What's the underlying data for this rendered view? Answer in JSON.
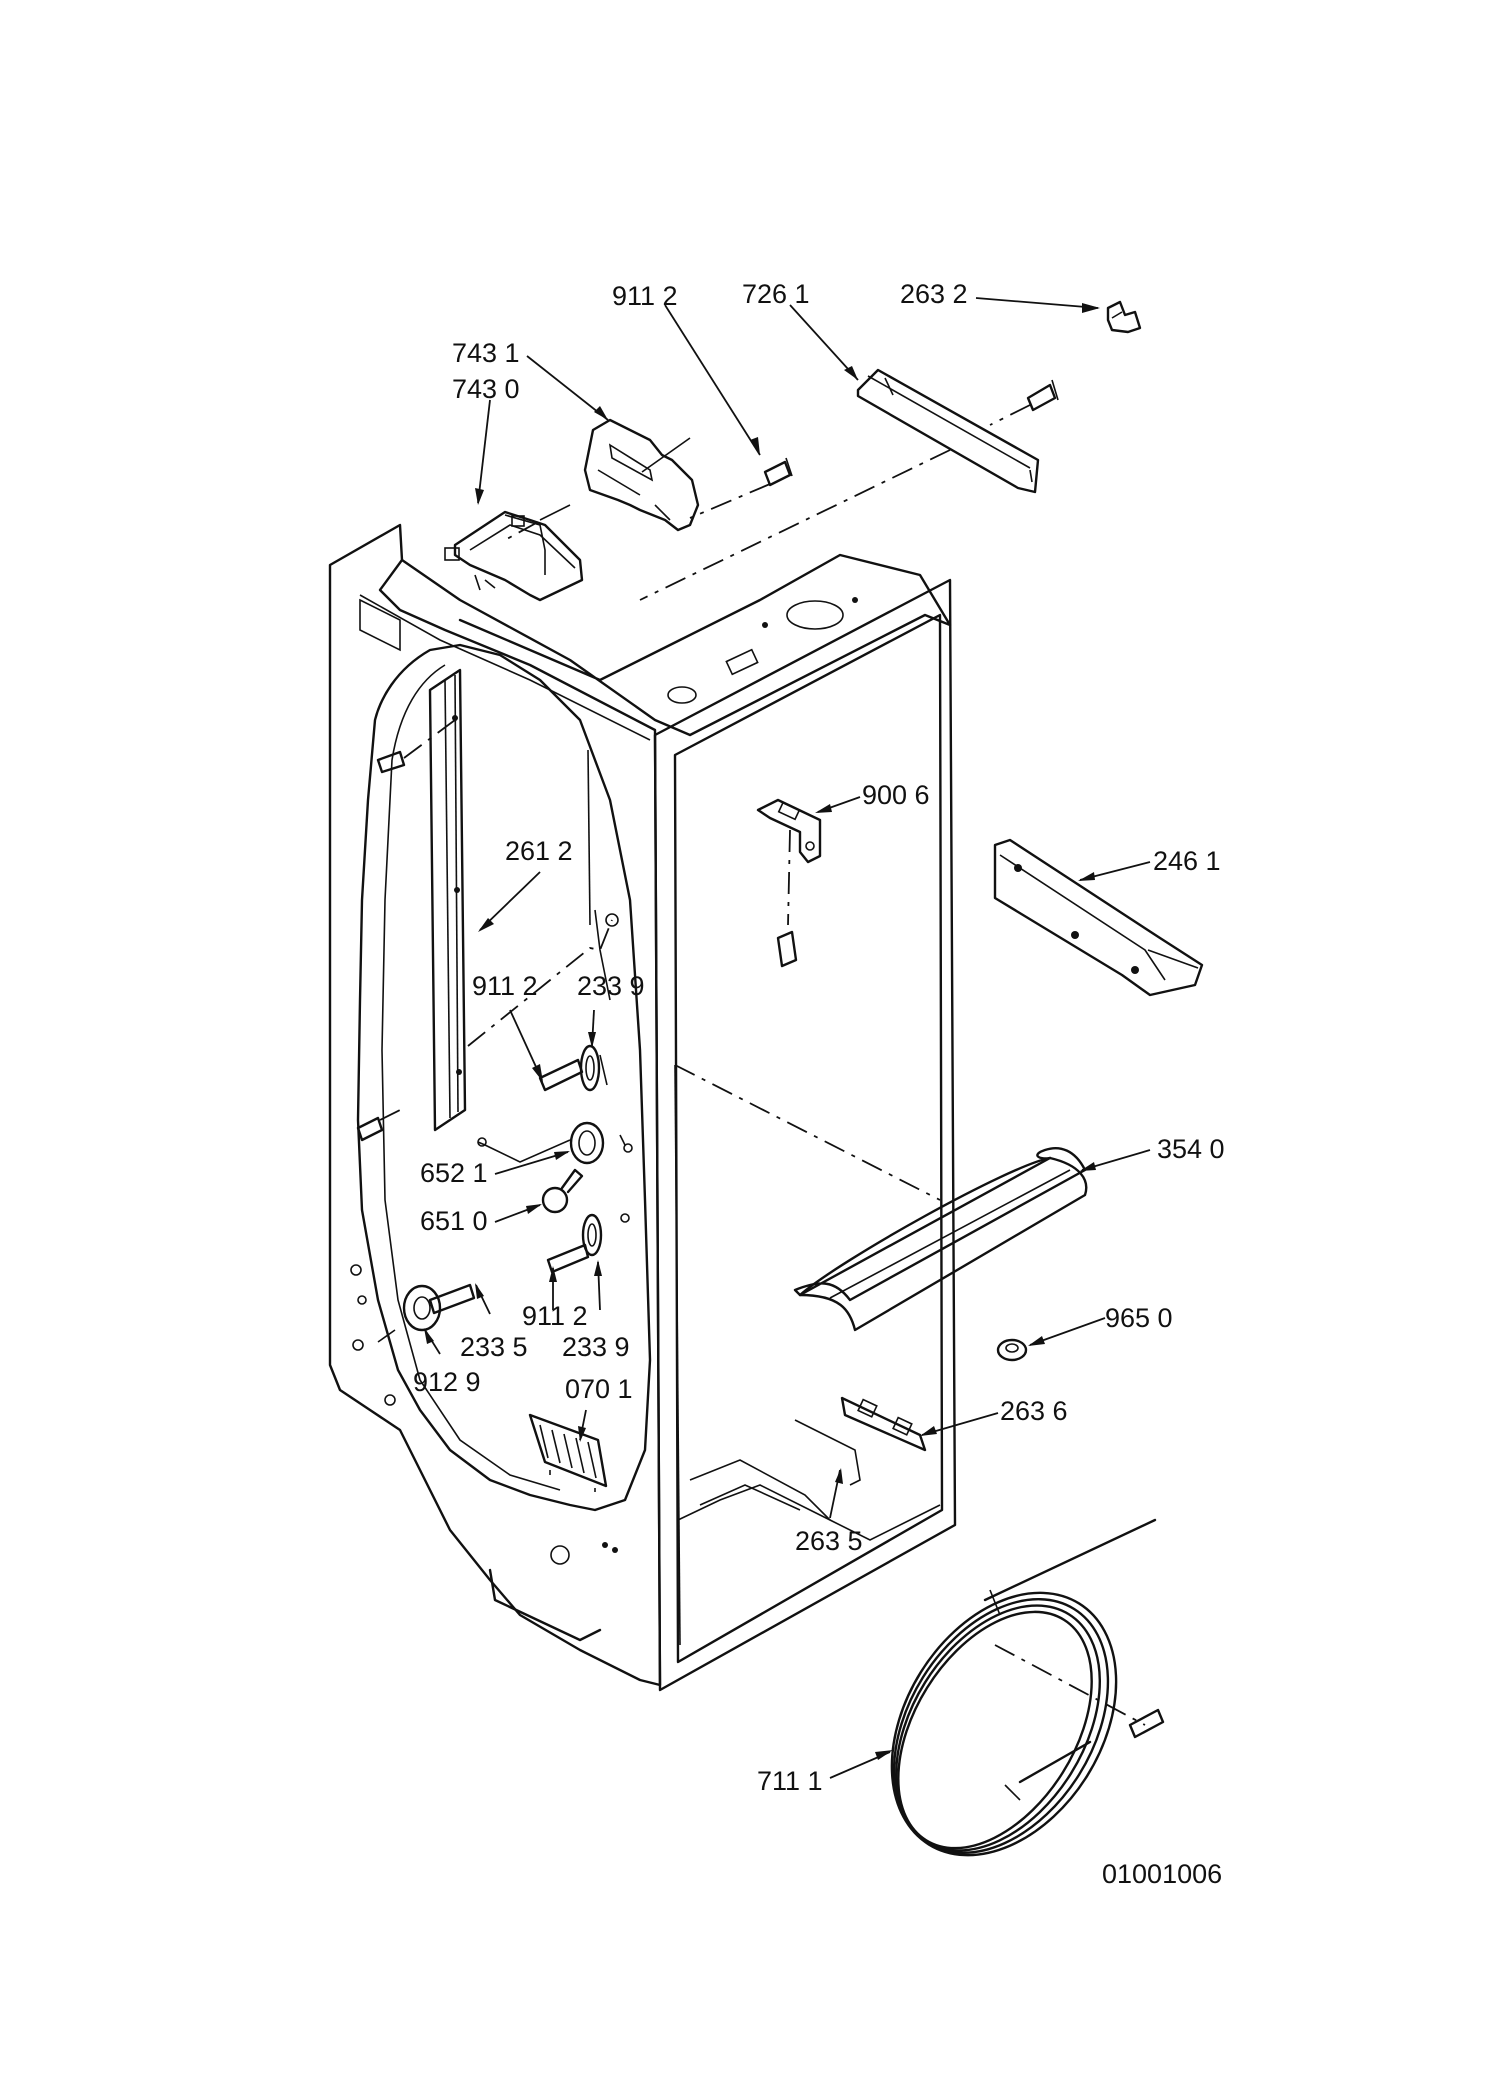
{
  "diagram": {
    "drawing_number": "01001006",
    "part_labels": [
      {
        "id": "p9112a",
        "text": "911 2"
      },
      {
        "id": "p7261",
        "text": "726 1"
      },
      {
        "id": "p2632",
        "text": "263 2"
      },
      {
        "id": "p7431",
        "text": "743 1"
      },
      {
        "id": "p7430",
        "text": "743 0"
      },
      {
        "id": "p9006",
        "text": "900 6"
      },
      {
        "id": "p2461",
        "text": "246 1"
      },
      {
        "id": "p2612",
        "text": "261 2"
      },
      {
        "id": "p9112b",
        "text": "911 2"
      },
      {
        "id": "p2339a",
        "text": "233 9"
      },
      {
        "id": "p6521",
        "text": "652 1"
      },
      {
        "id": "p6510",
        "text": "651 0"
      },
      {
        "id": "p3540",
        "text": "354 0"
      },
      {
        "id": "p9112c",
        "text": "911 2"
      },
      {
        "id": "p2335",
        "text": "233 5"
      },
      {
        "id": "p2339b",
        "text": "233  9"
      },
      {
        "id": "p9650",
        "text": "965 0"
      },
      {
        "id": "p9129",
        "text": "912 9"
      },
      {
        "id": "p0701",
        "text": "070 1"
      },
      {
        "id": "p2636",
        "text": "263 6"
      },
      {
        "id": "p2635",
        "text": "263 5"
      },
      {
        "id": "p7111",
        "text": "711 1"
      }
    ]
  }
}
